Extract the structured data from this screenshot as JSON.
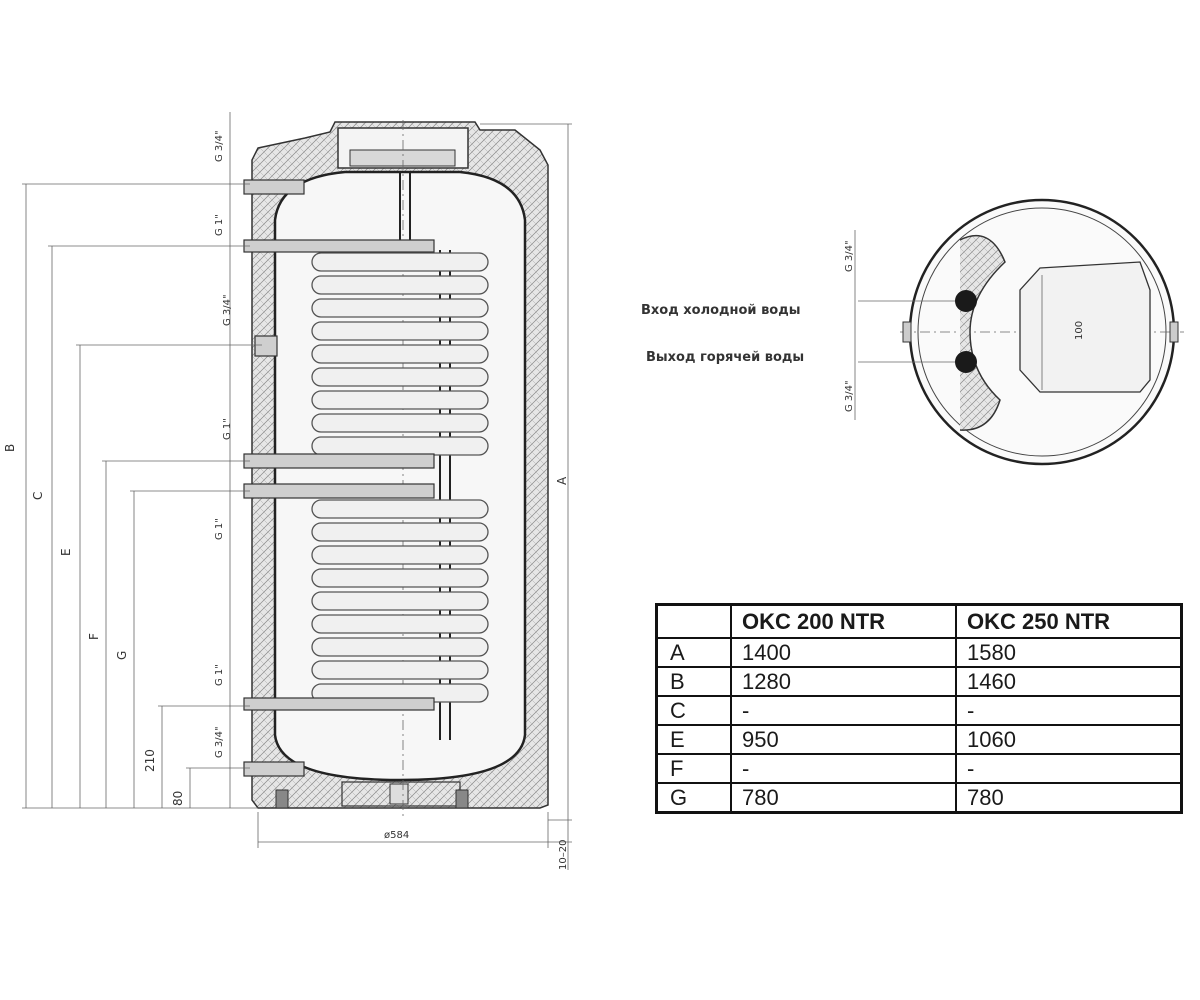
{
  "side_view": {
    "dimension_letters": [
      "B",
      "C",
      "E",
      "F",
      "G",
      "A"
    ],
    "pipe_labels": [
      "G 3/4\"",
      "G 1\"",
      "G 3/4\"",
      "G 1\"",
      "G 1\"",
      "G 1\"",
      "G 3/4\""
    ],
    "dims": {
      "d210": "210",
      "d80": "80",
      "diameter": "ø584",
      "feet": "10–20"
    }
  },
  "top_view": {
    "cold_water_label": "Вход холодной воды",
    "hot_water_label": "Выход горячей воды",
    "pipe_label_top": "G 3/4\"",
    "pipe_label_bottom": "G 3/4\"",
    "center_dim": "100"
  },
  "table": {
    "headers": [
      "",
      "OKC 200 NTR",
      "OKC 250 NTR"
    ],
    "rows": [
      {
        "key": "A",
        "v1": "1400",
        "v2": "1580"
      },
      {
        "key": "B",
        "v1": "1280",
        "v2": "1460"
      },
      {
        "key": "C",
        "v1": "-",
        "v2": "-"
      },
      {
        "key": "E",
        "v1": "950",
        "v2": "1060"
      },
      {
        "key": "F",
        "v1": "-",
        "v2": "-"
      },
      {
        "key": "G",
        "v1": "780",
        "v2": "780"
      }
    ]
  }
}
